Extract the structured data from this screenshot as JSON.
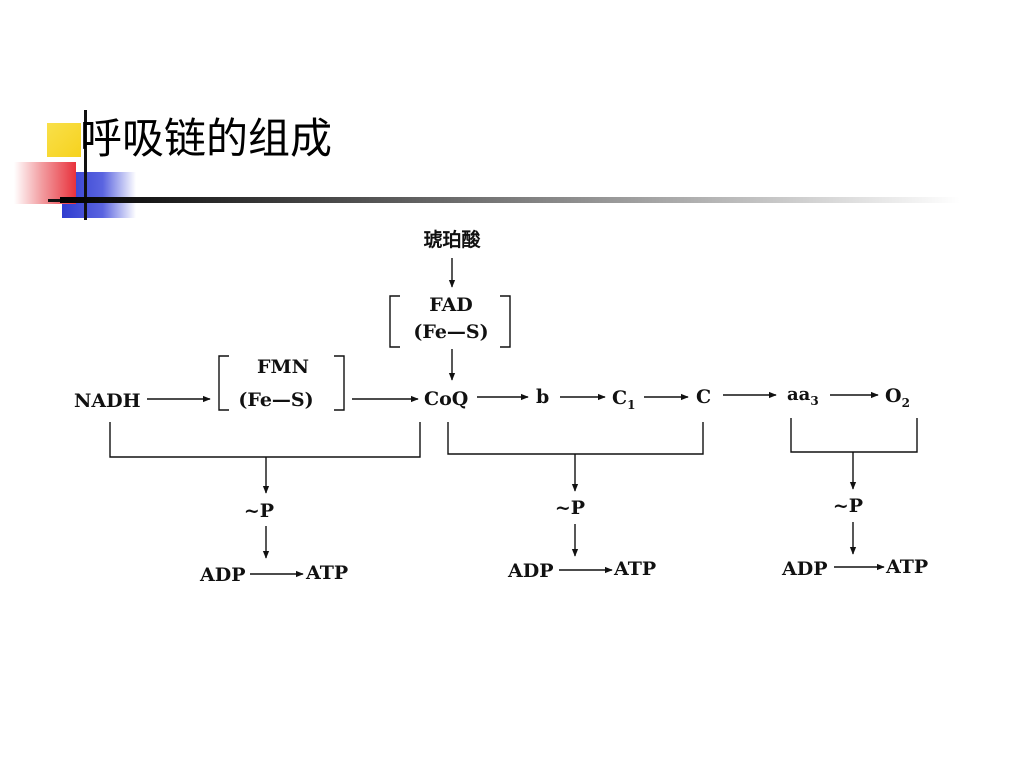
{
  "slide": {
    "title": "呼吸链的组成"
  },
  "diagram": {
    "succinate": "琥珀酸",
    "fad": {
      "top": "FAD",
      "bottom": "(Fe—S)"
    },
    "fmn": {
      "top": "FMN",
      "bottom": "(Fe—S)"
    },
    "chain": {
      "nadh": "NADH",
      "coq": "CoQ",
      "b": "b",
      "c1_base": "C",
      "c1_sub": "1",
      "c": "C",
      "aa3_base": "aa",
      "aa3_sub": "3",
      "o2_base": "O",
      "o2_sub": "2"
    },
    "phosphorylation": [
      {
        "p": "~P",
        "adp": "ADP",
        "atp": "ATP"
      },
      {
        "p": "~P",
        "adp": "ADP",
        "atp": "ATP"
      },
      {
        "p": "~P",
        "adp": "ADP",
        "atp": "ATP"
      }
    ]
  },
  "colors": {
    "yellow": "#f6d21e",
    "red": "#e8323c",
    "blue": "#2f3ccf",
    "ink": "#111111"
  }
}
